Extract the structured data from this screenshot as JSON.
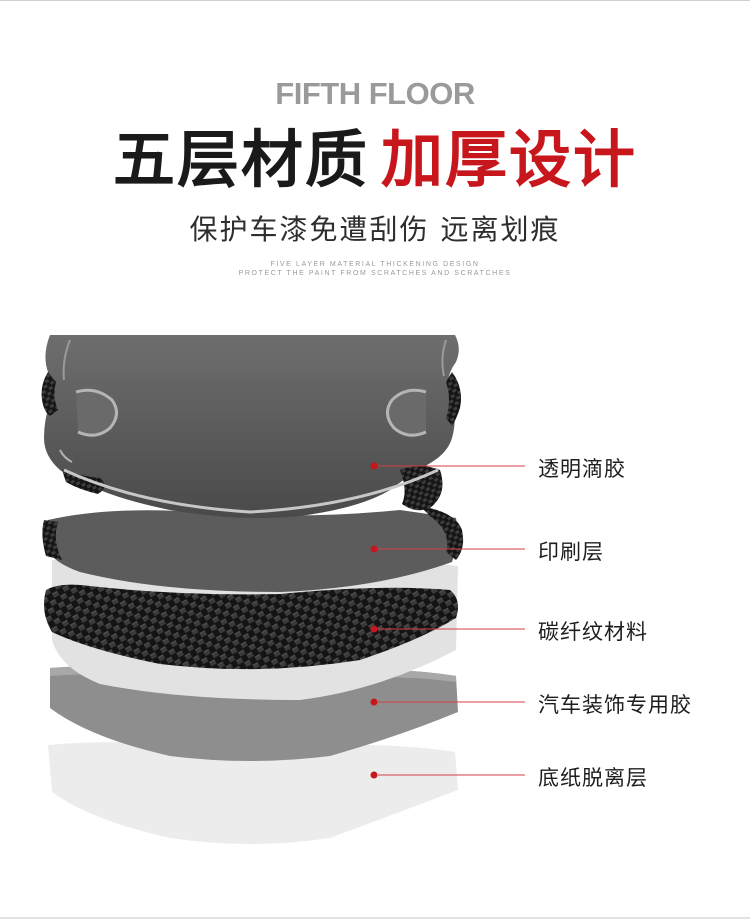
{
  "header": {
    "eyebrow": "FIFTH FLOOR",
    "title_main": "五层材质",
    "title_accent": "加厚设计",
    "subtitle": "保护车漆免遭刮伤 远离划痕",
    "tagline_1": "FIVE LAYER MATERIAL THICKENING DESIGN",
    "tagline_2": "PROTECT THE PAINT FROM SCRATCHES AND SCRATCHES"
  },
  "layers": [
    {
      "label": "透明滴胶"
    },
    {
      "label": "印刷层"
    },
    {
      "label": "碳纤纹材料"
    },
    {
      "label": "汽车装饰专用胶"
    },
    {
      "label": "底纸脱离层"
    }
  ],
  "colors": {
    "accent": "#c8161d",
    "title": "#1a1a1a",
    "eyebrow": "#9a9a9a",
    "label": "#1e1e1e",
    "leader_line": "#d04048",
    "dot": "#c8161d",
    "transparent_layer": "#5e5e5e",
    "carbon_layer": "#1c1c1c",
    "adhesive_layer": "#8c8c8c",
    "backing_layer": "#e9e9e9"
  }
}
